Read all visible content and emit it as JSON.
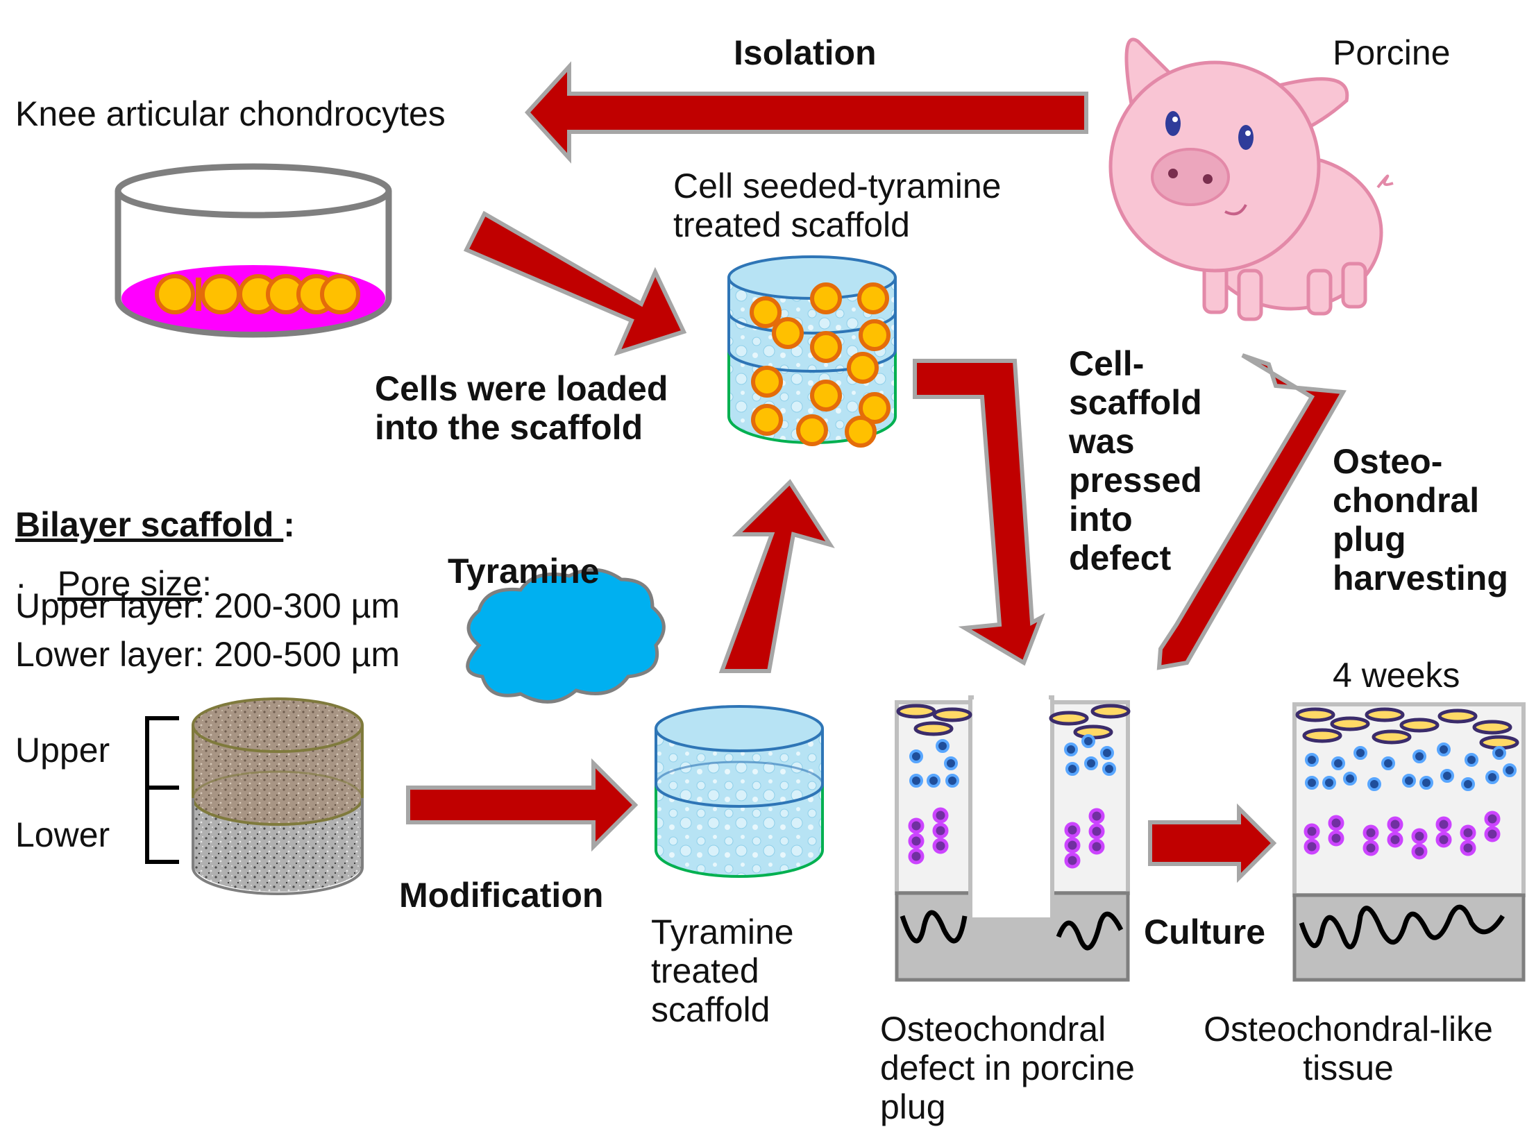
{
  "labels": {
    "isolation": "Isolation",
    "porcine": "Porcine",
    "knee": "Knee articular chondrocytes",
    "cell_seeded": "Cell seeded-tyramine\ntreated  scaffold",
    "cells_loaded": "Cells were loaded\ninto the scaffold",
    "cell_scaffold_pressed": "Cell-\nscaffold\nwas\npressed\ninto\ndefect",
    "osteo_harvest": "Osteo-\nchondral\nplug\nharvesting",
    "bilayer_title": "Bilayer scaffold ",
    "bilayer_colon": ":",
    "bullet": "·",
    "pore_size": "Pore size",
    "pore_colon": ":",
    "upper_layer": "Upper layer: 200-300 µm",
    "lower_layer": "Lower layer: 200-500 µm",
    "tyramine": "Tyramine",
    "upper": "Upper",
    "lower": "Lower",
    "modification": "Modification",
    "tyramine_treated": "Tyramine\ntreated\nscaffold",
    "weeks": "4 weeks",
    "culture": "Culture",
    "defect": "Osteochondral\ndefect in porcine\nplug",
    "tissue": "Osteochondral-like\ntissue"
  },
  "colors": {
    "arrow": "#c00000",
    "arrow_outline": "#a6a6a6",
    "media": "#ff00ff",
    "cell": "#ffc000",
    "cell_edge": "#e46c0a",
    "cloud": "#00b0f0",
    "pig": "#f9c5d4",
    "pig_edge": "#e389a8"
  }
}
